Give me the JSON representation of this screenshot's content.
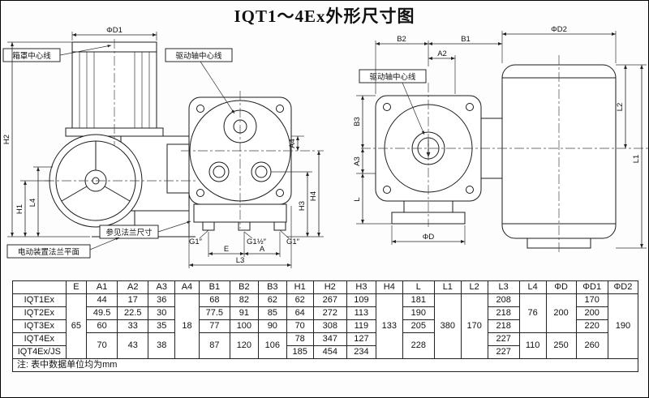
{
  "title": "IQT1～4Ex外形尺寸图",
  "drawing": {
    "front_view": {
      "phiD1": "ΦD1",
      "cover_centerline": "箱罩中心线",
      "shaft_centerline": "驱动轴中心线",
      "see_flange": "参见法兰尺寸",
      "flange_plane": "电动装置法兰平面",
      "g1_left": "G1″",
      "g1_half": "G1½″",
      "g1_right": "G1″",
      "dims": {
        "H2": "H2",
        "H1": "H1",
        "L4": "L4",
        "A4": "A4",
        "H3": "H3",
        "H4": "H4",
        "E": "E",
        "A": "A",
        "L3": "L3"
      }
    },
    "side_view": {
      "shaft_centerline": "驱动轴中心线",
      "phiD2": "ΦD2",
      "phiD": "ΦD",
      "dims": {
        "B2": "B2",
        "B1": "B1",
        "A2": "A2",
        "B3": "B3",
        "A3": "A3",
        "L": "L",
        "L2": "L2",
        "L1": "L1"
      }
    }
  },
  "table": {
    "headers": [
      "",
      "E",
      "A1",
      "A2",
      "A3",
      "A4",
      "B1",
      "B2",
      "B3",
      "H1",
      "H2",
      "H3",
      "H4",
      "L",
      "L1",
      "L2",
      "L3",
      "L4",
      "ΦD",
      "ΦD1",
      "ΦD2"
    ],
    "shared": {
      "E": "65",
      "A4": "18",
      "H4": "133",
      "L1": "380",
      "L2": "170",
      "PhiD2": "190",
      "L4_a": "76",
      "PhiD_a": "200",
      "A1_b": "70",
      "A2_b": "43",
      "A3_b": "38",
      "B1_b": "87",
      "B2_b": "120",
      "B3_b": "106",
      "L_b": "228",
      "L4_b": "110",
      "PhiD_b": "250",
      "PhiD1_b": "260"
    },
    "r1": {
      "model": "IQT1Ex",
      "A1": "44",
      "A2": "17",
      "A3": "36",
      "B1": "68",
      "B2": "82",
      "B3": "62",
      "H1": "62",
      "H2": "267",
      "H3": "109",
      "L": "181",
      "L3": "208",
      "PhiD1": "170"
    },
    "r2": {
      "model": "IQT2Ex",
      "A1": "49.5",
      "A2": "22.5",
      "A3": "30",
      "B1": "77.5",
      "B2": "91",
      "B3": "85",
      "H1": "64",
      "H2": "272",
      "H3": "113",
      "L": "190",
      "L3": "218",
      "PhiD1": "200"
    },
    "r3": {
      "model": "IQT3Ex",
      "A1": "60",
      "A2": "33",
      "A3": "35",
      "B1": "77",
      "B2": "100",
      "B3": "90",
      "H1": "70",
      "H2": "308",
      "H3": "119",
      "L": "205",
      "L3": "218",
      "PhiD1": "220"
    },
    "r4": {
      "model": "IQT4Ex",
      "H1": "78",
      "H2": "347",
      "H3": "127",
      "L3": "227"
    },
    "r5": {
      "model": "IQT4Ex/JS",
      "H1": "185",
      "H2": "454",
      "H3": "234",
      "L3": "227"
    },
    "note": "注: 表中数据单位均为mm"
  }
}
